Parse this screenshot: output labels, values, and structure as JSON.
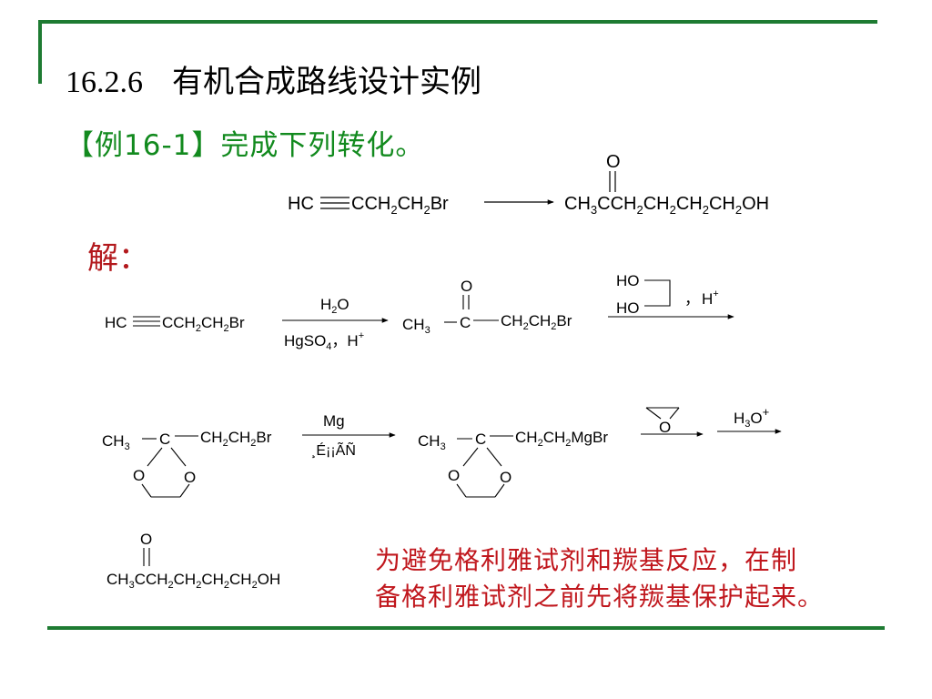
{
  "header": {
    "section_number": "16.2.6",
    "section_title": "有机合成路线设计实例"
  },
  "example": {
    "label": "【例16-1】完成下列转化。"
  },
  "solution": {
    "label": "解："
  },
  "note": {
    "line1": "为避免格利雅试剂和羰基反应，在制",
    "line2": "备格利雅试剂之前先将羰基保护起来。"
  },
  "chem": {
    "sm": {
      "hc": "HC",
      "rest_a": "CCH",
      "rest_b": "CH",
      "rest_c": "Br"
    },
    "keto_o": "O",
    "product": {
      "p1": "CH",
      "p2": "CCH",
      "p3": "CH",
      "p4": "CH",
      "p5": "CH",
      "p6": "OH"
    },
    "sub2": "2",
    "sub3": "3",
    "sub4": "4",
    "step1": {
      "water_h": "H",
      "water_o": "O",
      "cat_hg": "HgSO",
      "cat_comma": "，",
      "cat_h": "H",
      "plus": "+"
    },
    "intermediate1": {
      "ch": "CH",
      "c": "C",
      "chain_a": "CH",
      "chain_b": "CH",
      "chain_c": "Br"
    },
    "step2": {
      "ho_top": "HO",
      "ho_bottom": "HO",
      "comma": "，",
      "h": "H",
      "plus": "+"
    },
    "ketal": {
      "ch": "CH",
      "c": "C",
      "chain_a": "CH",
      "chain_b": "CH",
      "chain_c": "Br",
      "o_left": "O",
      "o_right": "O"
    },
    "step3": {
      "mg": "Mg",
      "solvent": "¸É¡¡ÃÑ"
    },
    "grignard": {
      "ch": "CH",
      "c": "C",
      "chain_a": "CH",
      "chain_b": "CH",
      "chain_c": "MgBr",
      "o_left": "O",
      "o_right": "O"
    },
    "epoxide_o": "O",
    "step4": {
      "h": "H",
      "o": "O",
      "plus": "+"
    }
  }
}
